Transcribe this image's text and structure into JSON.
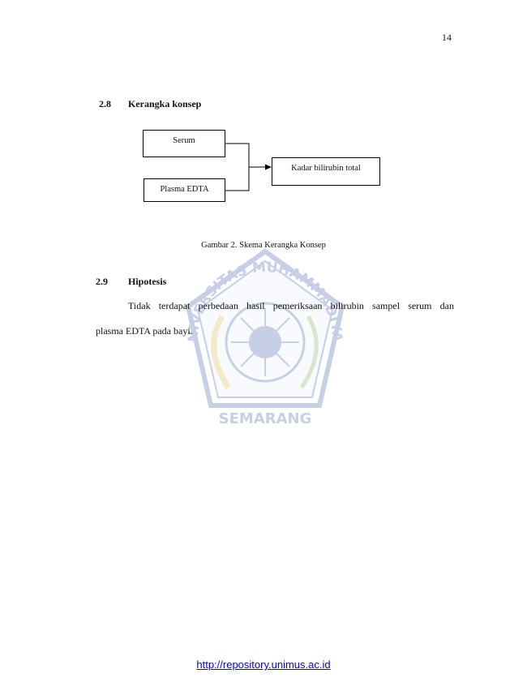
{
  "page": {
    "number": "14"
  },
  "section_2_8": {
    "number": "2.8",
    "title": "Kerangka konsep"
  },
  "diagram": {
    "box_serum": "Serum",
    "box_plasma": "Plasma EDTA",
    "box_result": "Kadar bilirubin total"
  },
  "figure": {
    "caption": "Gambar 2. Skema Kerangka Konsep"
  },
  "section_2_9": {
    "number": "2.9",
    "title": "Hipotesis",
    "paragraph_line1": "Tidak terdapat perbedaan hasil pemeriksaan bilirubin sampel serum dan",
    "paragraph_line2": "plasma EDTA pada bayi."
  },
  "watermark": {
    "top_text": "UNIVERSITAS MUHAMMADIYAH",
    "bottom_text": "SEMARANG"
  },
  "footer": {
    "link": "http://repository.unimus.ac.id"
  },
  "colors": {
    "watermark_blue": "#3b55a8",
    "watermark_gold": "#d9b53a",
    "link": "#0000ee"
  }
}
